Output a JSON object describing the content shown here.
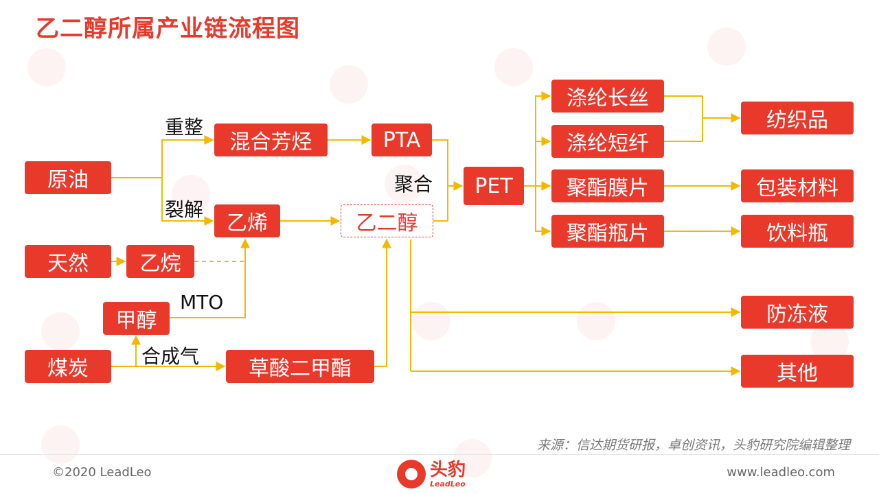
{
  "title": "乙二醇所属产业链流程图",
  "nodes": {
    "crude_oil": "原油",
    "natural_gas": "天然",
    "ethane": "乙烷",
    "methanol": "甲醇",
    "coal": "煤炭",
    "mixed_aromatics": "混合芳烃",
    "ethylene": "乙烯",
    "pta": "PTA",
    "meg": "乙二醇",
    "dimethyl_oxalate": "草酸二甲酯",
    "pet": "PET",
    "polyester_filament": "涤纶长丝",
    "polyester_staple": "涤纶短纤",
    "polyester_film": "聚酯膜片",
    "polyester_bottle_chip": "聚酯瓶片",
    "textiles": "纺织品",
    "packaging": "包装材料",
    "beverage_bottle": "饮料瓶",
    "antifreeze": "防冻液",
    "other": "其他"
  },
  "edge_labels": {
    "reforming": "重整",
    "cracking": "裂解",
    "polymerization": "聚合",
    "mto": "MTO",
    "syngas": "合成气"
  },
  "source": "来源：信达期货研报，卓创资讯，头豹研究院编辑整理",
  "footer": {
    "copyright": "©2020 LeadLeo",
    "website": "www.leadleo.com",
    "logo_cn": "头豹",
    "logo_en": "LeadLeo"
  },
  "colors": {
    "accent": "#e8392b",
    "connector": "#f5b800"
  }
}
